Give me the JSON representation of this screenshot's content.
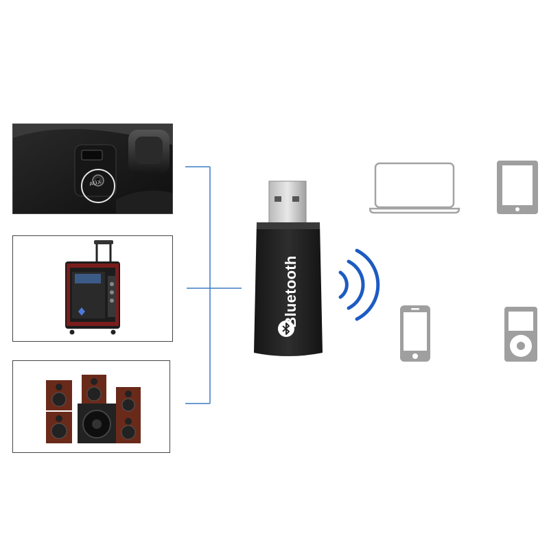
{
  "source_devices": [
    {
      "name": "car-aux-panel",
      "label": "AUX"
    },
    {
      "name": "trolley-speaker"
    },
    {
      "name": "speaker-system"
    }
  ],
  "dongle": {
    "label": "Bluetooth",
    "icon": "bluetooth-icon"
  },
  "target_devices": [
    {
      "icon": "laptop-icon"
    },
    {
      "icon": "tablet-icon"
    },
    {
      "icon": "smartphone-icon"
    },
    {
      "icon": "music-player-icon"
    }
  ],
  "colors": {
    "connector": "#3a7cc4",
    "signal": "#1d5bc2",
    "device_outline": "#a3a3a3",
    "dongle_body": "#262626"
  }
}
